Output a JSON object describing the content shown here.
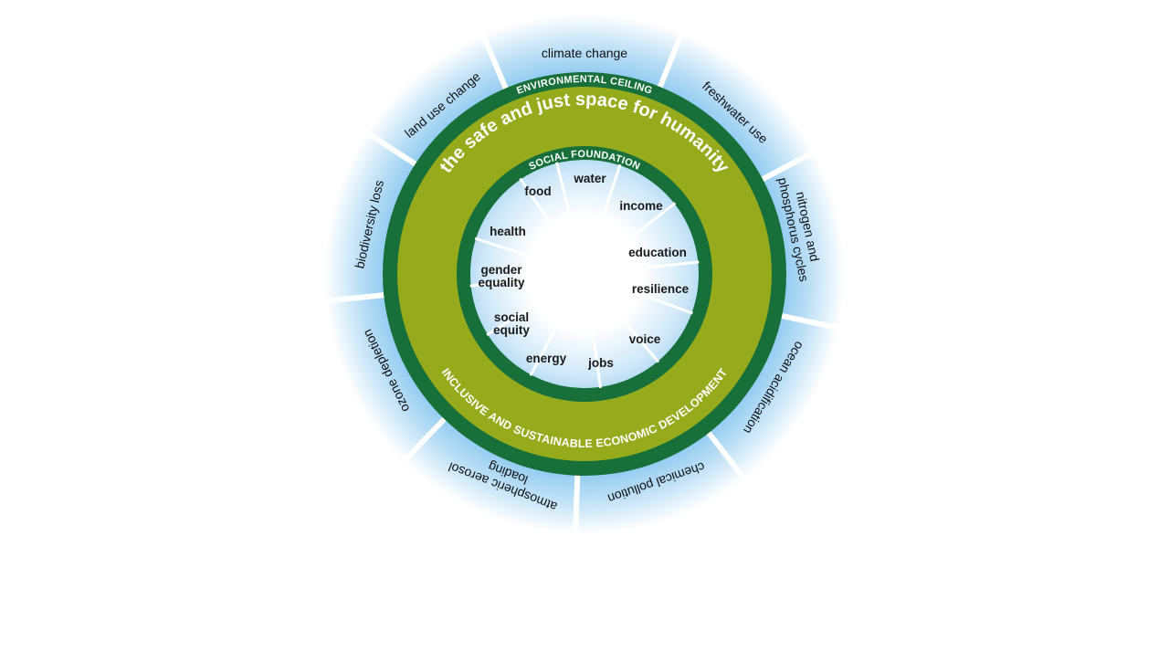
{
  "diagram": {
    "environmental_ceiling_label": "ENVIRONMENTAL CEILING",
    "social_foundation_label": "SOCIAL FOUNDATION",
    "safe_space_label": "the safe and just space for humanity",
    "development_label": "INCLUSIVE AND SUSTAINABLE ECONOMIC DEVELOPMENT",
    "planetary_boundaries": [
      {
        "label": "climate change"
      },
      {
        "label": "freshwater use"
      },
      {
        "label": "nitrogen and",
        "label2": "phosphorus cycles"
      },
      {
        "label": "ocean acidification"
      },
      {
        "label": "chemical pollution"
      },
      {
        "label": "atmospheric aerosol",
        "label2": "loading"
      },
      {
        "label": "ozone depletion"
      },
      {
        "label": "biodiversity loss"
      },
      {
        "label": "land use change"
      }
    ],
    "social_foundations": [
      {
        "label": "water"
      },
      {
        "label": "income"
      },
      {
        "label": "education"
      },
      {
        "label": "resilience"
      },
      {
        "label": "voice"
      },
      {
        "label": "jobs"
      },
      {
        "label": "energy"
      },
      {
        "label": "social",
        "label2": "equity"
      },
      {
        "label": "gender",
        "label2": "equality"
      },
      {
        "label": "health"
      },
      {
        "label": "food"
      }
    ],
    "colors": {
      "dark_green": "#17703a",
      "olive_green": "#96ab1c",
      "sky_blue": "#a7d4f3",
      "white": "#ffffff"
    }
  }
}
